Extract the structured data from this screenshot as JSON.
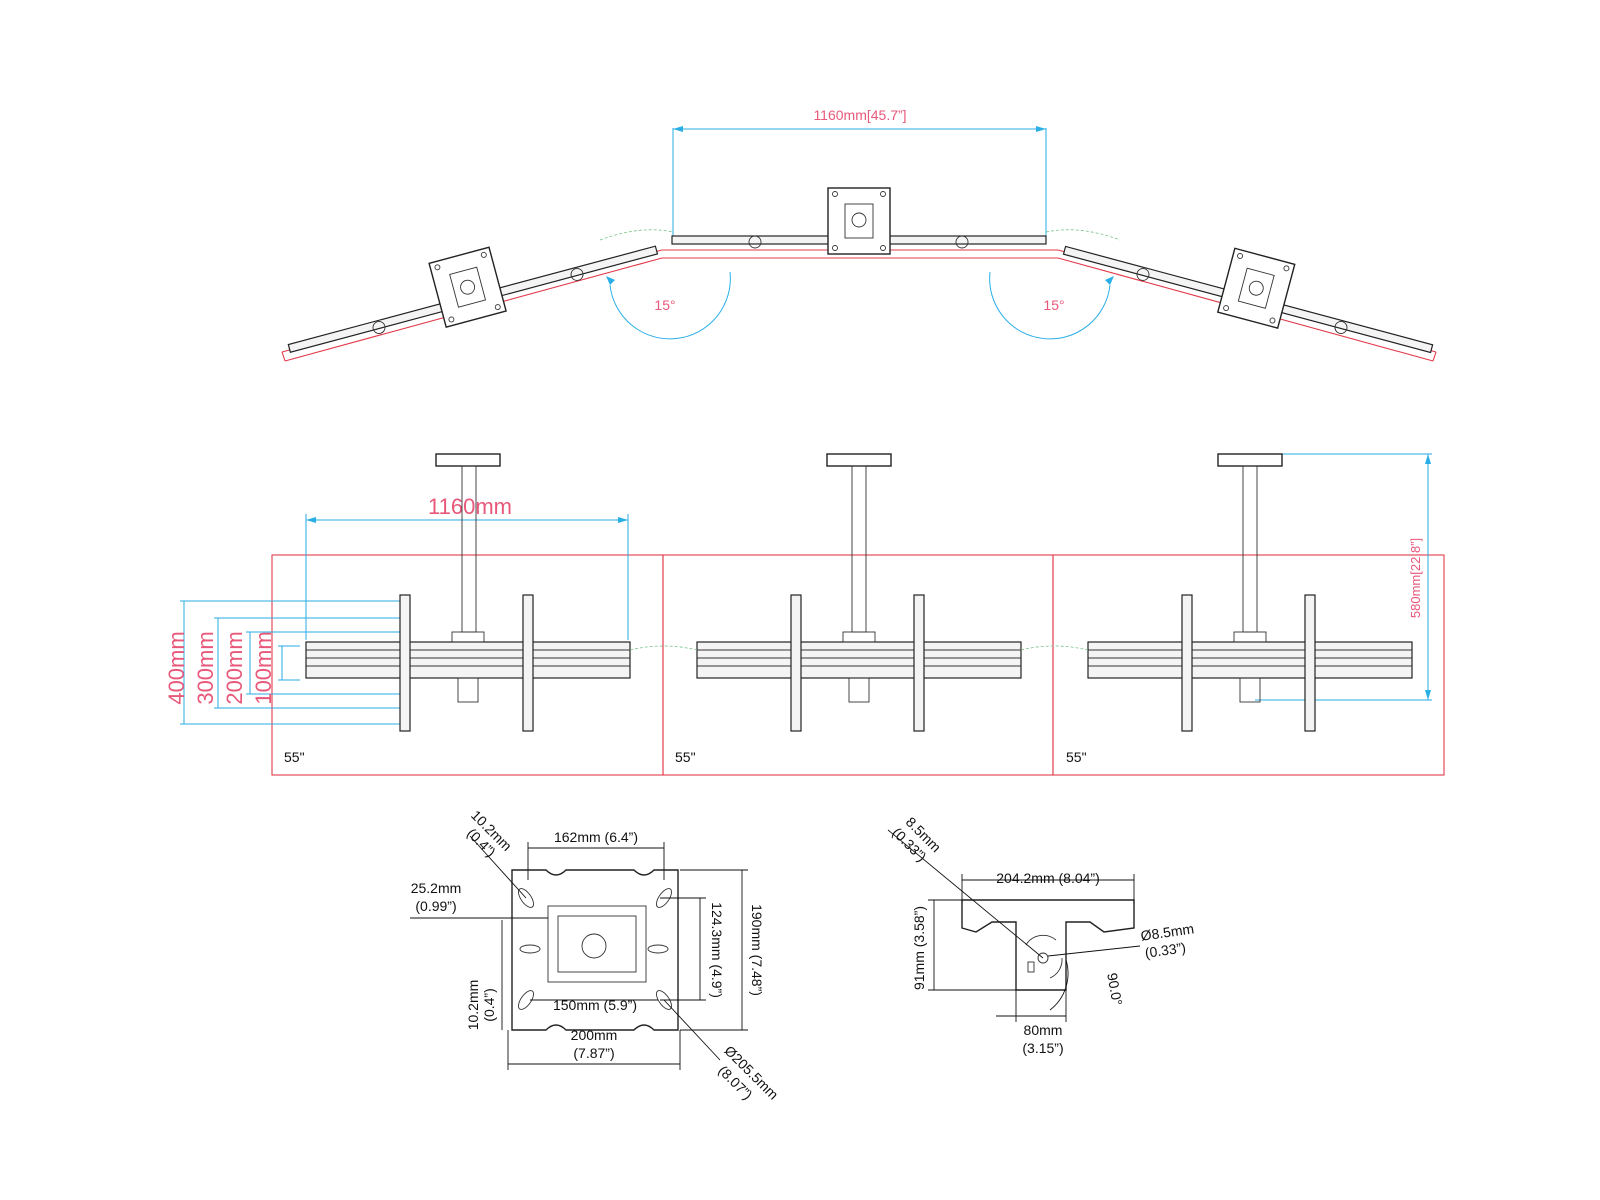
{
  "top_view": {
    "span_label": "1160mm[45.7”]",
    "angle_left": "15°",
    "angle_right": "15°"
  },
  "front_view": {
    "span_label": "1160mm",
    "height_label": "580mm[22.8”]",
    "vertical_dims": [
      "400mm",
      "300mm",
      "200mm",
      "100mm"
    ],
    "screen_sizes": [
      "55\"",
      "55\"",
      "55\""
    ]
  },
  "ceiling_plate": {
    "hole_slot": [
      "10.2mm",
      "(0.4”)"
    ],
    "top_width": "162mm (6.4”)",
    "edge_offset": [
      "25.2mm",
      "(0.99”)"
    ],
    "side_slot": [
      "10.2mm",
      "(0.4”)"
    ],
    "inner_width": "150mm (5.9”)",
    "outer_width": [
      "200mm",
      "(7.87”)"
    ],
    "inner_height": "124.3mm (4.9”)",
    "outer_height": "190mm  (7.48”)",
    "diameter": [
      "Ø205.5mm",
      "(8.07”)"
    ]
  },
  "pipe_bracket": {
    "hole_small": [
      "8.5mm",
      "(0.33”)"
    ],
    "width": "204.2mm (8.04”)",
    "hole_dia": [
      "Ø8.5mm",
      "(0.33”)"
    ],
    "height": "91mm (3.58”)",
    "angle": "90.0°",
    "base_width": [
      "80mm",
      "(3.15”)"
    ]
  },
  "colors": {
    "dimension_blue": "#29aee6",
    "outline_red": "#e23b4a",
    "label_pink": "#e8587a",
    "ghost_green": "#79c28a"
  }
}
